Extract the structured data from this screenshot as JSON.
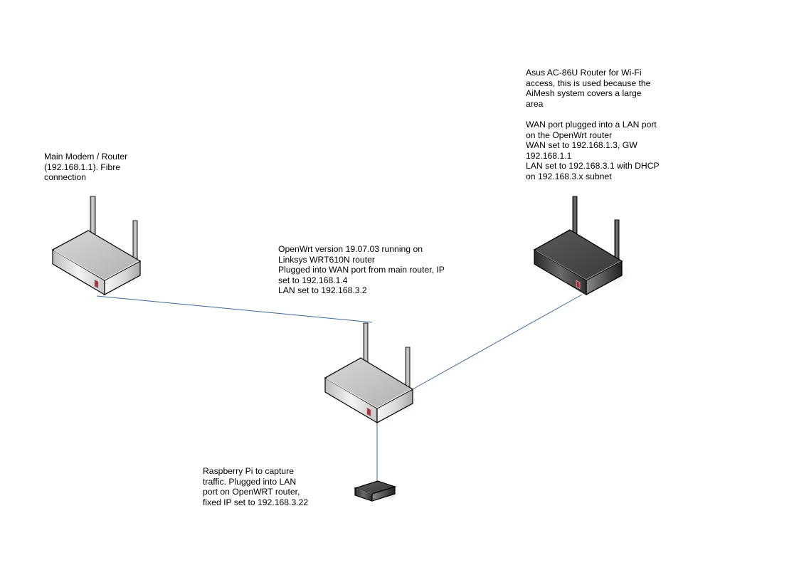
{
  "diagram": {
    "type": "network-topology",
    "link_color": "#3a6a9a",
    "devices": [
      {
        "id": "main-router",
        "kind": "wifi-router",
        "color": "light",
        "label_lines": [
          "Main Modem / Router",
          "(192.168.1.1). Fibre",
          "connection"
        ]
      },
      {
        "id": "openwrt-router",
        "kind": "wifi-router",
        "color": "light",
        "label_lines": [
          "OpenWrt version 19.07.03 running on",
          "Linksys WRT610N router",
          "Plugged into WAN port from main router, IP",
          "set to 192.168.1.4",
          "LAN set to 192.168.3.2"
        ]
      },
      {
        "id": "asus-router",
        "kind": "wifi-router",
        "color": "dark",
        "label_lines": [
          "Asus AC-86U Router for Wi-Fi",
          "access, this is used because the",
          "AiMesh system covers a large",
          "area",
          "",
          "WAN port plugged into a LAN port",
          "on the OpenWrt router",
          "WAN set to 192.168.1.3, GW",
          "192.168.1.1",
          "LAN set to 192.168.3.1 with DHCP",
          "on 192.168.3.x subnet"
        ]
      },
      {
        "id": "raspberry-pi",
        "kind": "small-box",
        "color": "dark",
        "label_lines": [
          "Raspberry Pi to capture",
          "traffic. Plugged into LAN",
          "port on OpenWRT router,",
          "fixed IP set to 192.168.3.22"
        ]
      }
    ],
    "links": [
      {
        "from": "main-router",
        "to": "openwrt-router"
      },
      {
        "from": "openwrt-router",
        "to": "asus-router"
      },
      {
        "from": "openwrt-router",
        "to": "raspberry-pi"
      }
    ]
  }
}
